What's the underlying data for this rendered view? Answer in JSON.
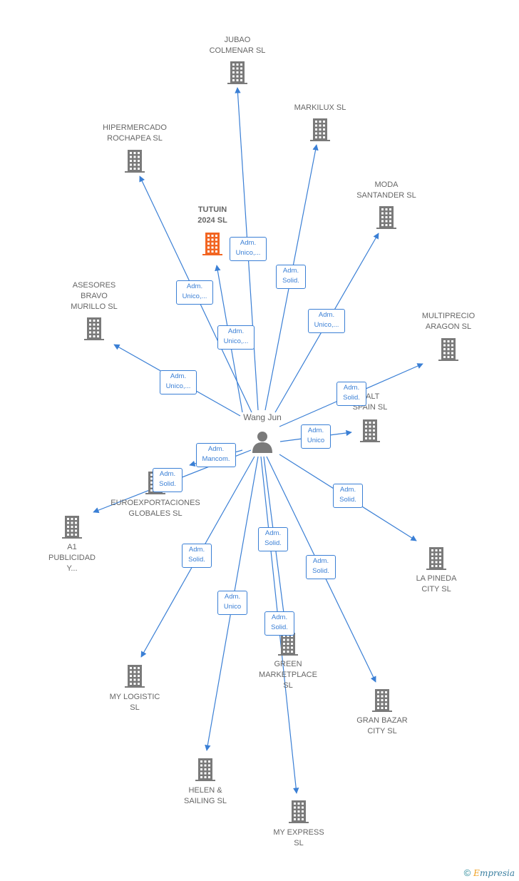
{
  "person": {
    "name": "Wang Jun",
    "icon": "person-icon"
  },
  "companies": [
    {
      "id": "jubao",
      "name": "JUBAO\nCOLMENAR SL",
      "color": "#7a7a7a",
      "focus": false
    },
    {
      "id": "markilux",
      "name": "MARKILUX  SL",
      "color": "#7a7a7a",
      "focus": false
    },
    {
      "id": "hipermercado",
      "name": "HIPERMERCADO\nROCHAPEA  SL",
      "color": "#7a7a7a",
      "focus": false
    },
    {
      "id": "moda",
      "name": "MODA\nSANTANDER  SL",
      "color": "#7a7a7a",
      "focus": false
    },
    {
      "id": "tutuin",
      "name": "TUTUIN\n2024  SL",
      "color": "#f26522",
      "focus": true
    },
    {
      "id": "asesores",
      "name": "ASESORES\nBRAVO\nMURILLO  SL",
      "color": "#7a7a7a",
      "focus": false
    },
    {
      "id": "multiprecio",
      "name": "MULTIPRECIO\nARAGON  SL",
      "color": "#7a7a7a",
      "focus": false
    },
    {
      "id": "salt",
      "name": "SALT\nSPAIN  SL",
      "color": "#7a7a7a",
      "focus": false
    },
    {
      "id": "euroexport",
      "name": "EUROEXPORTACIONES\nGLOBALES SL",
      "color": "#7a7a7a",
      "focus": false
    },
    {
      "id": "a1",
      "name": "A1\nPUBLICIDAD\nY...",
      "color": "#7a7a7a",
      "focus": false
    },
    {
      "id": "lapineda",
      "name": "LA PINEDA\nCITY  SL",
      "color": "#7a7a7a",
      "focus": false
    },
    {
      "id": "green",
      "name": "GREEN\nMARKETPLACE\nSL",
      "color": "#7a7a7a",
      "focus": false
    },
    {
      "id": "mylogistic",
      "name": "MY LOGISTIC\nSL",
      "color": "#7a7a7a",
      "focus": false
    },
    {
      "id": "granbazar",
      "name": "GRAN BAZAR\nCITY  SL",
      "color": "#7a7a7a",
      "focus": false
    },
    {
      "id": "helen",
      "name": "HELEN &\nSAILING  SL",
      "color": "#7a7a7a",
      "focus": false
    },
    {
      "id": "myexpress",
      "name": "MY EXPRESS\nSL",
      "color": "#7a7a7a",
      "focus": false
    }
  ],
  "roles": [
    {
      "target": "jubao",
      "text": "Adm.\nUnico,..."
    },
    {
      "target": "markilux",
      "text": "Adm.\nSolid."
    },
    {
      "target": "hipermercado",
      "text": "Adm.\nUnico,..."
    },
    {
      "target": "tutuin",
      "text": "Adm.\nUnico,..."
    },
    {
      "target": "moda",
      "text": "Adm.\nUnico,..."
    },
    {
      "target": "asesores",
      "text": "Adm.\nUnico,..."
    },
    {
      "target": "multiprecio",
      "text": "Adm.\nSolid."
    },
    {
      "target": "salt",
      "text": "Adm.\nUnico"
    },
    {
      "target": "euroexport",
      "text": "Adm.\nMancom."
    },
    {
      "target": "a1",
      "text": "Adm.\nSolid."
    },
    {
      "target": "lapineda",
      "text": "Adm.\nSolid."
    },
    {
      "target": "green",
      "text": "Adm.\nSolid."
    },
    {
      "target": "mylogistic",
      "text": "Adm.\nSolid."
    },
    {
      "target": "granbazar",
      "text": "Adm.\nSolid."
    },
    {
      "target": "helen",
      "text": "Adm.\nUnico"
    },
    {
      "target": "myexpress",
      "text": "Adm.\nSolid."
    }
  ],
  "brand": {
    "copyright": "©",
    "first_letter": "E",
    "rest": "mpresia"
  },
  "colors": {
    "edge": "#3a7fd5",
    "building": "#7a7a7a",
    "focus": "#f26522"
  }
}
